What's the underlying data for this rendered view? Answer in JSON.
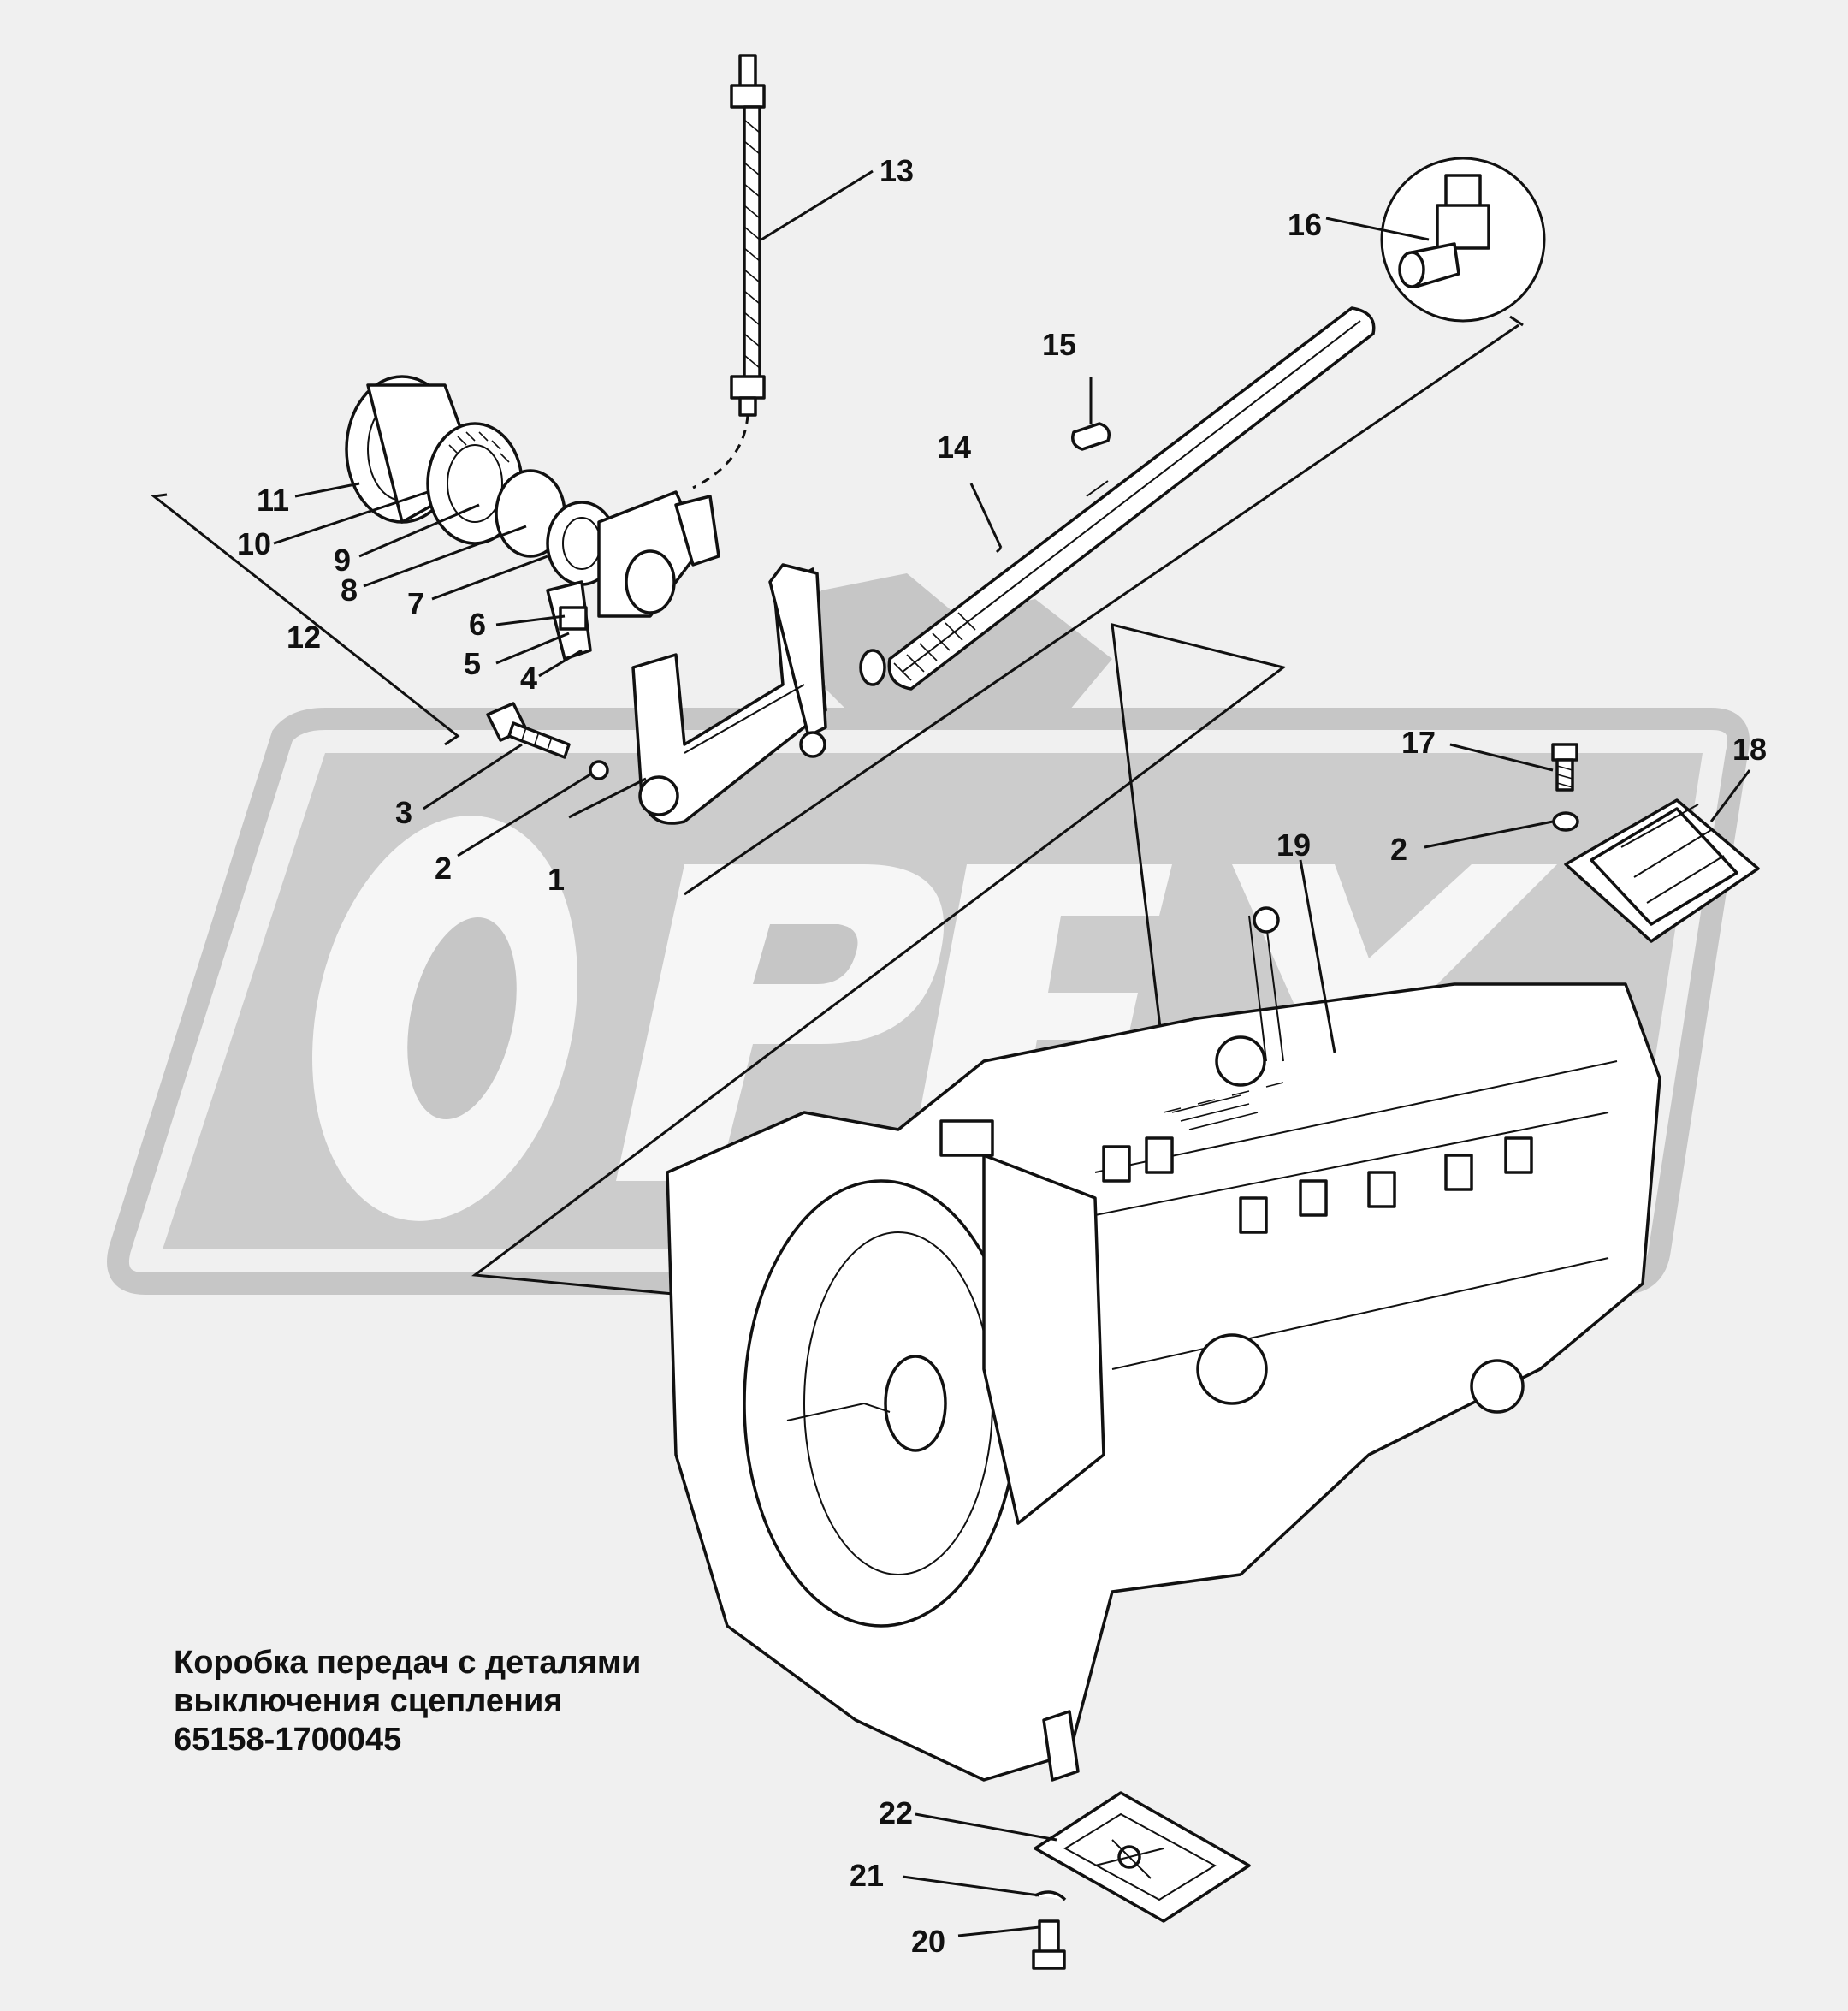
{
  "caption": {
    "line1": "Коробка передач с деталями",
    "line2": "выключения сцепления",
    "line3": "65158-1700045"
  },
  "watermark": {
    "text": "OPEX"
  },
  "callouts": {
    "c1": "1",
    "c2a": "2",
    "c2b": "2",
    "c3": "3",
    "c4": "4",
    "c5": "5",
    "c6": "6",
    "c7": "7",
    "c8": "8",
    "c9": "9",
    "c10": "10",
    "c11": "11",
    "c12": "12",
    "c13": "13",
    "c14": "14",
    "c15": "15",
    "c16": "16",
    "c17": "17",
    "c18": "18",
    "c19": "19",
    "c20": "20",
    "c21": "21",
    "c22": "22"
  },
  "colors": {
    "background": "#f0f0f0",
    "watermark": "#c6c6c6",
    "ink": "#111111"
  }
}
